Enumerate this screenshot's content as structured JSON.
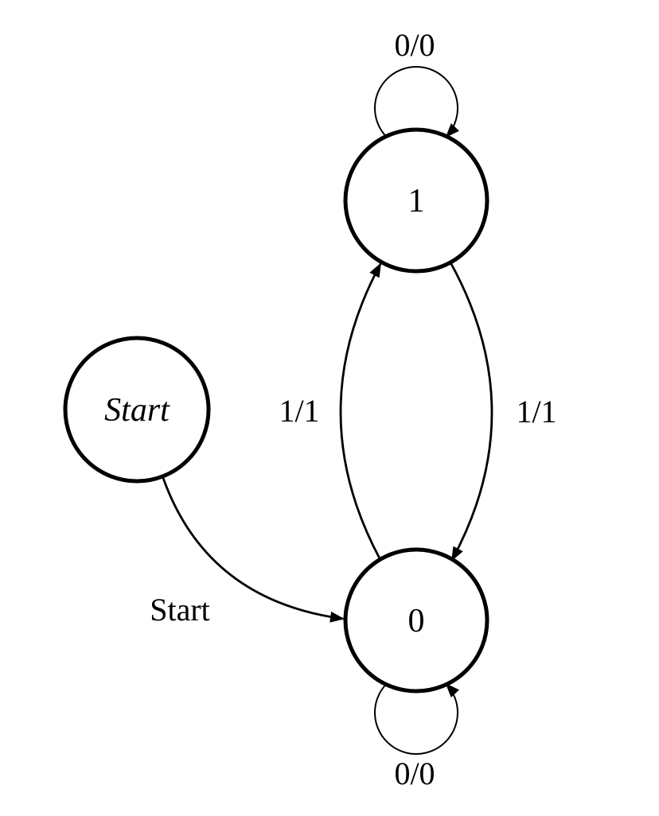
{
  "diagram": {
    "type": "state-machine",
    "colors": {
      "background": "#ffffff",
      "stroke": "#000000",
      "text": "#000000"
    },
    "states": [
      {
        "id": "start",
        "label": "Start"
      },
      {
        "id": "1",
        "label": "1"
      },
      {
        "id": "0",
        "label": "0"
      }
    ],
    "transitions": [
      {
        "from": "1",
        "to": "1",
        "label": "0/0"
      },
      {
        "from": "0",
        "to": "1",
        "label": "1/1"
      },
      {
        "from": "1",
        "to": "0",
        "label": "1/1"
      },
      {
        "from": "start",
        "to": "0",
        "label": "Start"
      },
      {
        "from": "0",
        "to": "0",
        "label": "0/0"
      }
    ]
  }
}
